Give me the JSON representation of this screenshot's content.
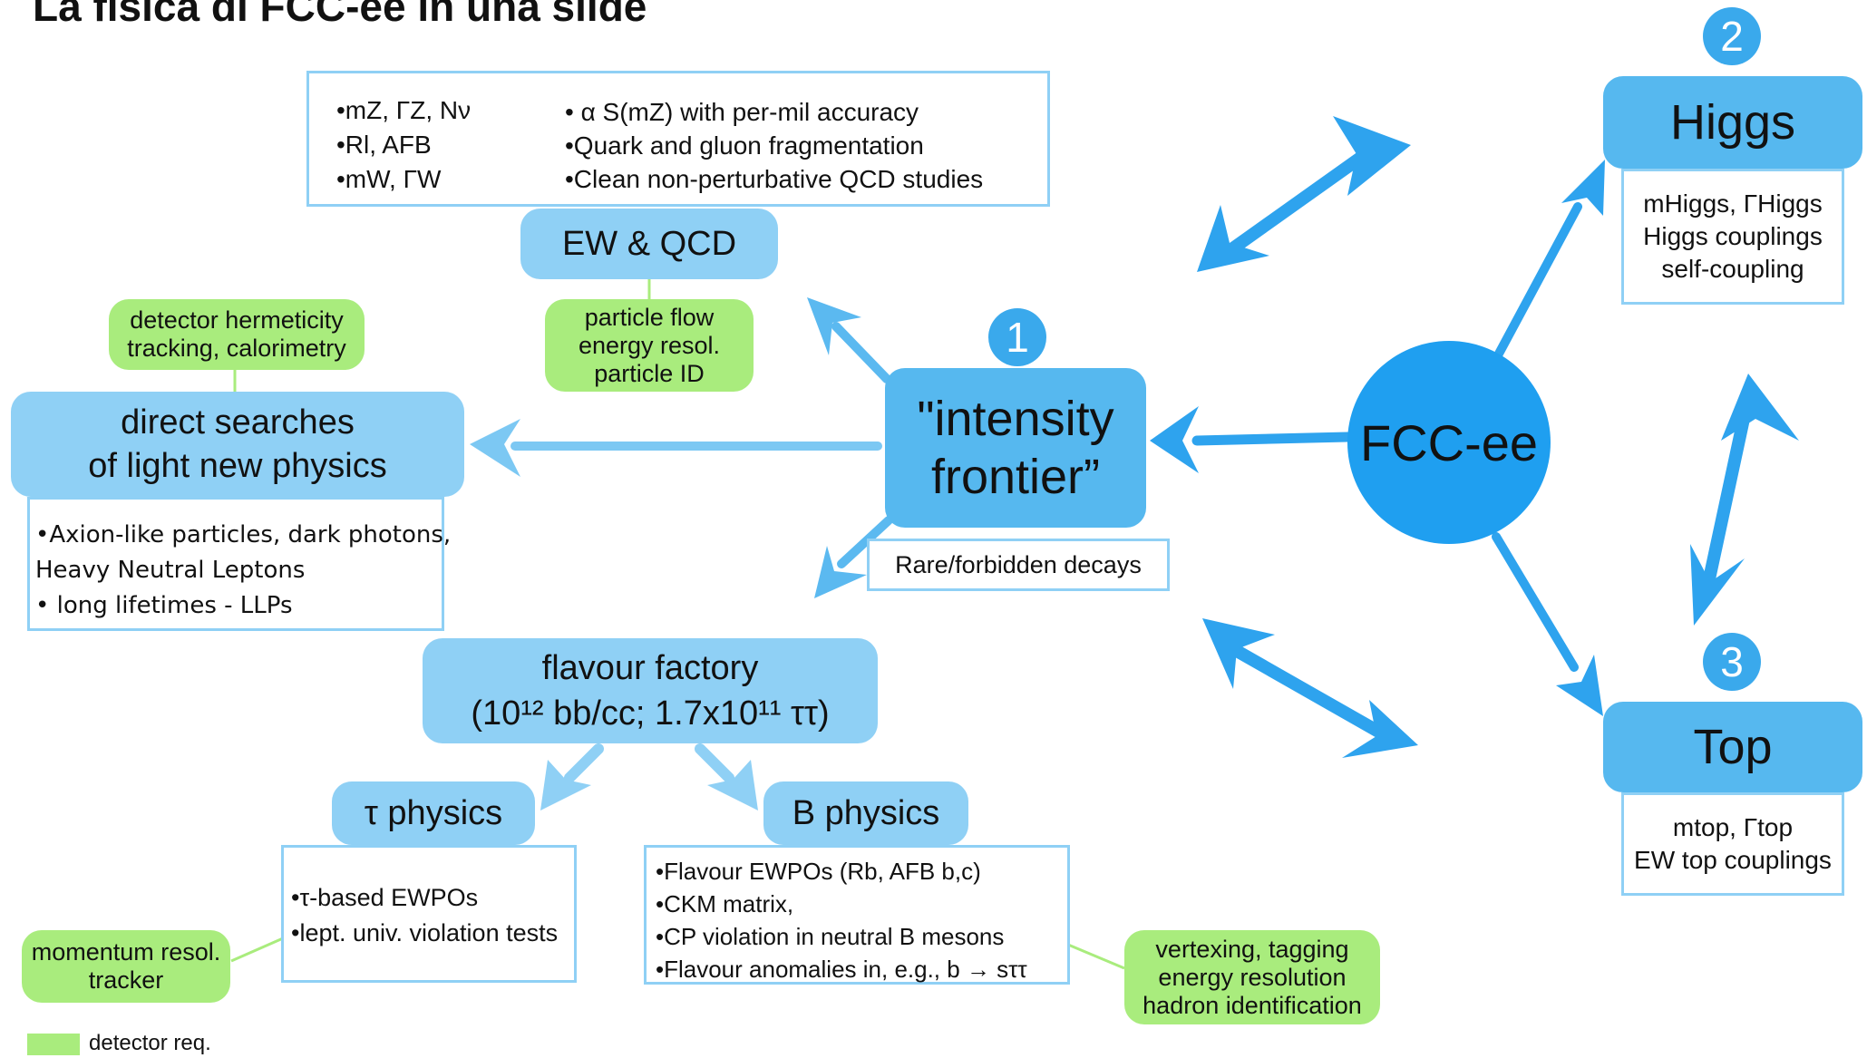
{
  "title": "La fisica di FCC-ee in una slide",
  "colors": {
    "arrow": "#2ea3ee",
    "box": "#8fd0f5",
    "detector": "#a9ec7d",
    "hub": "#1f9ff0"
  },
  "hub": {
    "label": "FCC-ee"
  },
  "numbers": [
    "1",
    "2",
    "3"
  ],
  "intensity": {
    "line1": "\"intensity",
    "line2": "frontier”",
    "note": "Rare/forbidden decays"
  },
  "ewqcd": {
    "label": "EW & QCD",
    "left": [
      "•mZ, ΓZ, Nν",
      "•Rl, AFB",
      "•mW, ΓW"
    ],
    "right": [
      "• α S(mZ) with per-mil accuracy",
      "•Quark and gluon fragmentation",
      "•Clean non-perturbative QCD studies"
    ],
    "detector": [
      "particle flow",
      "energy resol.",
      "particle ID"
    ]
  },
  "direct": {
    "label1": "direct searches",
    "label2": "of light new physics",
    "items": [
      "•Axion-like particles, dark photons,",
      "Heavy Neutral Leptons",
      "• long lifetimes - LLPs"
    ],
    "detector": [
      "detector hermeticity",
      "tracking, calorimetry"
    ]
  },
  "flavour": {
    "label1": "flavour factory",
    "label2": "(10¹² bb/cc; 1.7x10¹¹ ττ)"
  },
  "tau": {
    "label": "τ physics",
    "items": [
      "•τ-based EWPOs",
      "•lept. univ. violation tests"
    ],
    "detector": [
      "momentum resol.",
      "tracker"
    ]
  },
  "bphys": {
    "label": "B physics",
    "items": [
      "•Flavour EWPOs (Rb, AFB b,c)",
      "•CKM matrix,",
      "•CP violation in neutral B mesons",
      "•Flavour anomalies in, e.g., b → sττ"
    ],
    "detector": [
      "vertexing, tagging",
      "energy resolution",
      "hadron identification"
    ]
  },
  "higgs": {
    "label": "Higgs",
    "items": [
      "mHiggs, ΓHiggs",
      "Higgs couplings",
      "self-coupling"
    ]
  },
  "top": {
    "label": "Top",
    "items": [
      "mtop, Γtop",
      "EW top couplings"
    ]
  },
  "legend": {
    "label": "detector req."
  }
}
